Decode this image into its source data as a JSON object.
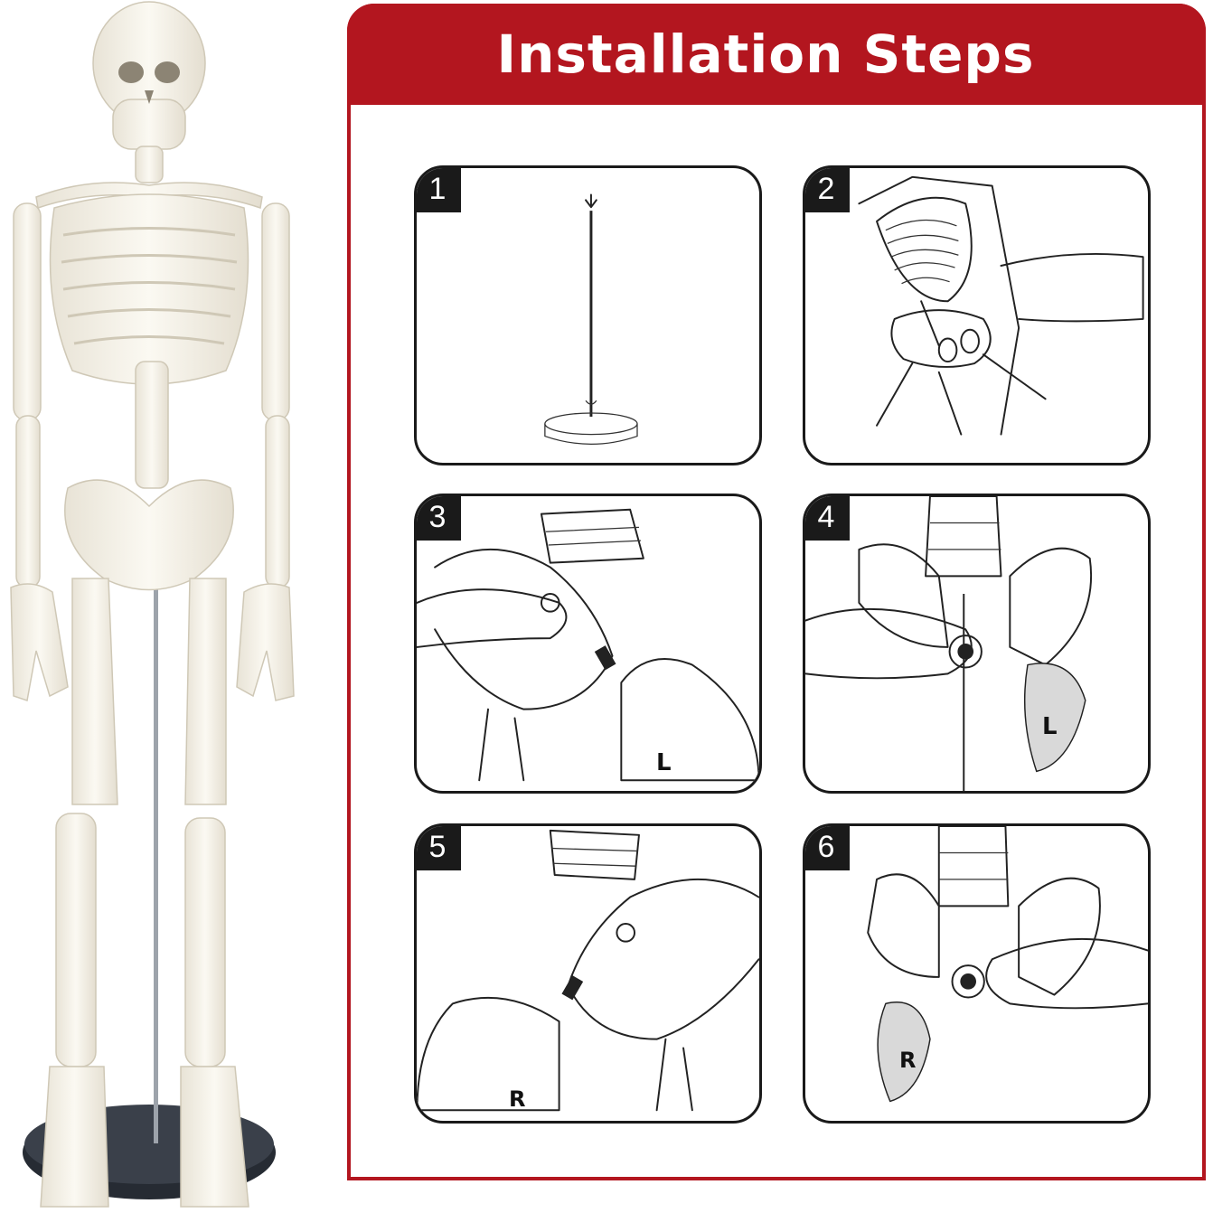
{
  "header": {
    "title": "Installation Steps"
  },
  "accent_color": "#b3161f",
  "panels": [
    {
      "number": "1",
      "marker": ""
    },
    {
      "number": "2",
      "marker": ""
    },
    {
      "number": "3",
      "marker": "L"
    },
    {
      "number": "4",
      "marker": "L"
    },
    {
      "number": "5",
      "marker": "R"
    },
    {
      "number": "6",
      "marker": "R"
    }
  ]
}
